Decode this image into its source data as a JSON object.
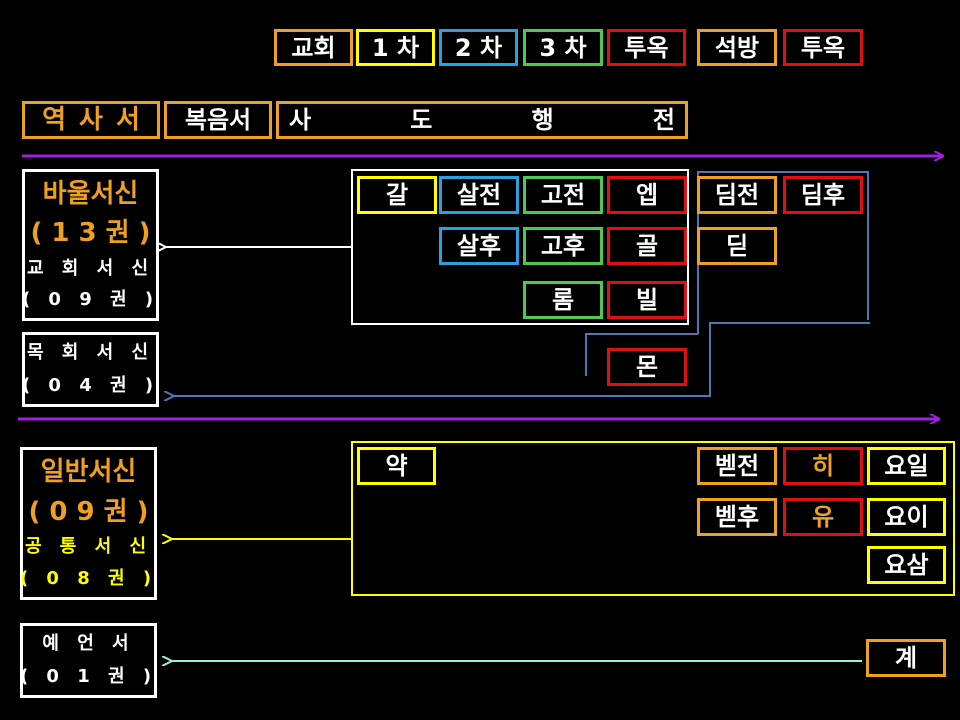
{
  "legend": {
    "items": [
      {
        "label": "교회"
      },
      {
        "label": "1 차"
      },
      {
        "label": "2 차"
      },
      {
        "label": "3 차"
      },
      {
        "label": "투옥"
      },
      {
        "label": "석방"
      },
      {
        "label": "투옥"
      }
    ]
  },
  "history": {
    "label": "역 사 서",
    "gospels": "복음서",
    "acts": [
      "사",
      "도",
      "행",
      "전"
    ]
  },
  "pauline": {
    "title": "바울서신",
    "count": "( 1 3 권 )",
    "church_label": "교 회 서 신",
    "church_count": "( 0 9 권 )",
    "pastoral_label": "목 회 서 신",
    "pastoral_count": "( 0 4 권 )",
    "books": {
      "gal": "갈",
      "1th": "살전",
      "1co": "고전",
      "eph": "엡",
      "1ti": "딤전",
      "2ti": "딤후",
      "2th": "살후",
      "2co": "고후",
      "col": "골",
      "tit": "딛",
      "rom": "롬",
      "phi": "빌",
      "phm": "몬"
    }
  },
  "general": {
    "title": "일반서신",
    "count": "( 0 9 권 )",
    "common_label": "공 통 서 신",
    "common_count": "( 0 8 권 )",
    "books": {
      "jas": "약",
      "1pe": "벧전",
      "heb": "히",
      "1jn": "요일",
      "2pe": "벧후",
      "jud": "유",
      "2jn": "요이",
      "3jn": "요삼"
    }
  },
  "prophecy": {
    "title": "예 언 서",
    "count": "( 0 1 권 )",
    "rev": "계"
  },
  "colors": {
    "yellow": "#ffff00",
    "orange": "#f0a020",
    "blue": "#2aa0e0",
    "green": "#4ec84e",
    "red": "#e01010",
    "steel": "#4a78b8",
    "purple": "#a020e0",
    "mint": "#a0f0d0"
  }
}
